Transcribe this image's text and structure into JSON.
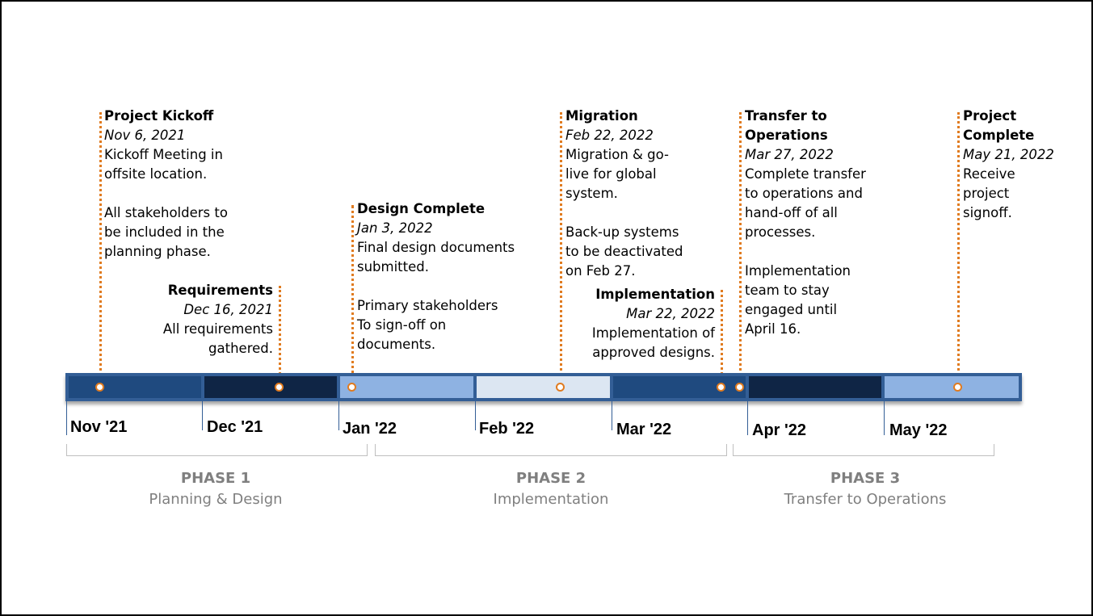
{
  "milestones": [
    {
      "title": "Project Kickoff",
      "date": "Nov 6, 2021",
      "desc": "Kickoff Meeting in\noffsite location.\n\nAll stakeholders to\nbe included in the\nplanning phase."
    },
    {
      "title": "Requirements",
      "date": "Dec 16, 2021",
      "desc": "All requirements\ngathered."
    },
    {
      "title": "Design Complete",
      "date": "Jan 3, 2022",
      "desc": "Final design documents\nsubmitted.\n\nPrimary stakeholders\nTo sign-off on\ndocuments."
    },
    {
      "title": "Migration",
      "date": "Feb 22, 2022",
      "desc": "Migration & go-\nlive for global\nsystem.\n\nBack-up systems\nto be deactivated\non Feb 27."
    },
    {
      "title": "Implementation",
      "date": "Mar 22, 2022",
      "desc": "Implementation of\napproved designs."
    },
    {
      "title": "Transfer to\nOperations",
      "date": "Mar 27, 2022",
      "desc": "Complete transfer\nto operations and\nhand-off of all\nprocesses.\n\nImplementation\nteam to stay\nengaged until\nApril 16."
    },
    {
      "title": "Project\nComplete",
      "date": "May 21, 2022",
      "desc": "Receive\nproject\nsignoff."
    }
  ],
  "months": [
    "Nov '21",
    "Dec '21",
    "Jan '22",
    "Feb '22",
    "Mar '22",
    "Apr '22",
    "May '22"
  ],
  "segment_colors": [
    "#1f4a7f",
    "#0f2545",
    "#8eb2e2",
    "#dce6f2",
    "#1f4a7f",
    "#0f2545",
    "#8eb2e2"
  ],
  "colors": {
    "accent": "#e07b20",
    "bar_border": "#335e96",
    "phase_text": "#7f7f7f"
  },
  "phases": [
    {
      "name": "PHASE 1",
      "desc": "Planning & Design"
    },
    {
      "name": "PHASE 2",
      "desc": "Implementation"
    },
    {
      "name": "PHASE 3",
      "desc": "Transfer to Operations"
    }
  ]
}
